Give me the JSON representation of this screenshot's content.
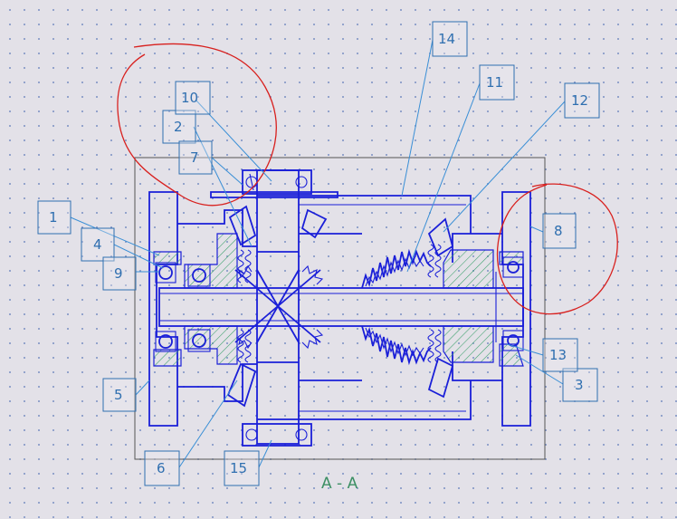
{
  "section_label": "A - A",
  "colors": {
    "outline": "#1a1fd8",
    "callout": "#2f6fb0",
    "leader": "#3a8fd6",
    "hatch": "#3aa06a",
    "markup": "#d8201e",
    "frame": "#555555",
    "background": "#e3e1e8"
  },
  "callouts": [
    {
      "id": "1",
      "label": "1"
    },
    {
      "id": "2",
      "label": "2"
    },
    {
      "id": "3",
      "label": "3"
    },
    {
      "id": "4",
      "label": "4"
    },
    {
      "id": "5",
      "label": "5"
    },
    {
      "id": "6",
      "label": "6"
    },
    {
      "id": "7",
      "label": "7"
    },
    {
      "id": "8",
      "label": "8"
    },
    {
      "id": "9",
      "label": "9"
    },
    {
      "id": "10",
      "label": "10"
    },
    {
      "id": "11",
      "label": "11"
    },
    {
      "id": "12",
      "label": "12"
    },
    {
      "id": "13",
      "label": "13"
    },
    {
      "id": "14",
      "label": "14"
    },
    {
      "id": "15",
      "label": "15"
    }
  ]
}
